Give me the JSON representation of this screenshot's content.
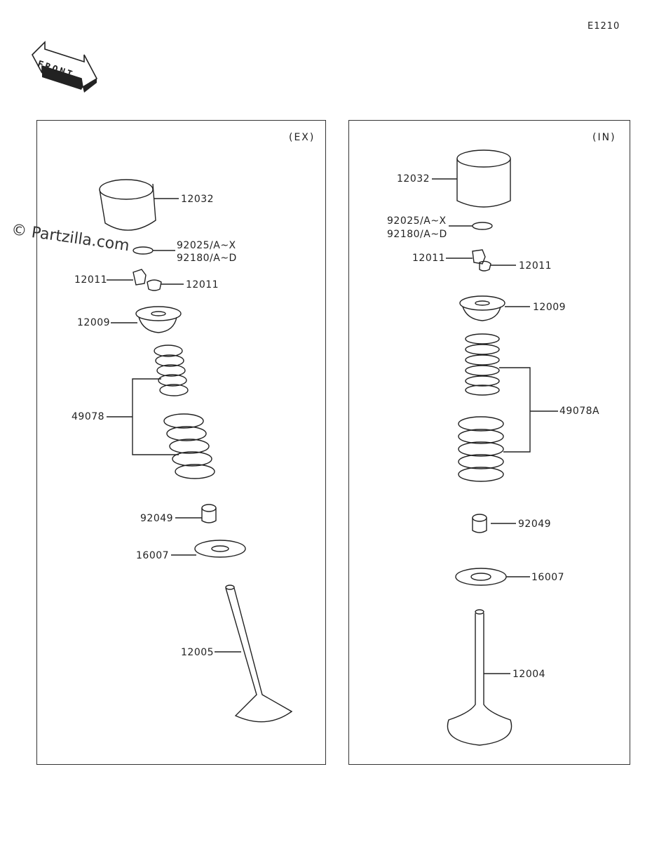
{
  "diagram_code": "E1210",
  "front_arrow_label": "FRONT",
  "watermark": "© Partzilla.com",
  "panels": {
    "ex": {
      "label": "(EX)",
      "parts": {
        "tappet": "12032",
        "shim_a": "92025/A~X",
        "shim_b": "92180/A~D",
        "cotter_left": "12011",
        "cotter_right": "12011",
        "retainer": "12009",
        "spring": "49078",
        "seal": "92049",
        "seat": "16007",
        "valve": "12005"
      }
    },
    "in": {
      "label": "(IN)",
      "parts": {
        "tappet": "12032",
        "shim_a": "92025/A~X",
        "shim_b": "92180/A~D",
        "cotter_left": "12011",
        "cotter_right": "12011",
        "retainer": "12009",
        "spring": "49078A",
        "seal": "92049",
        "seat": "16007",
        "valve": "12004"
      }
    }
  }
}
